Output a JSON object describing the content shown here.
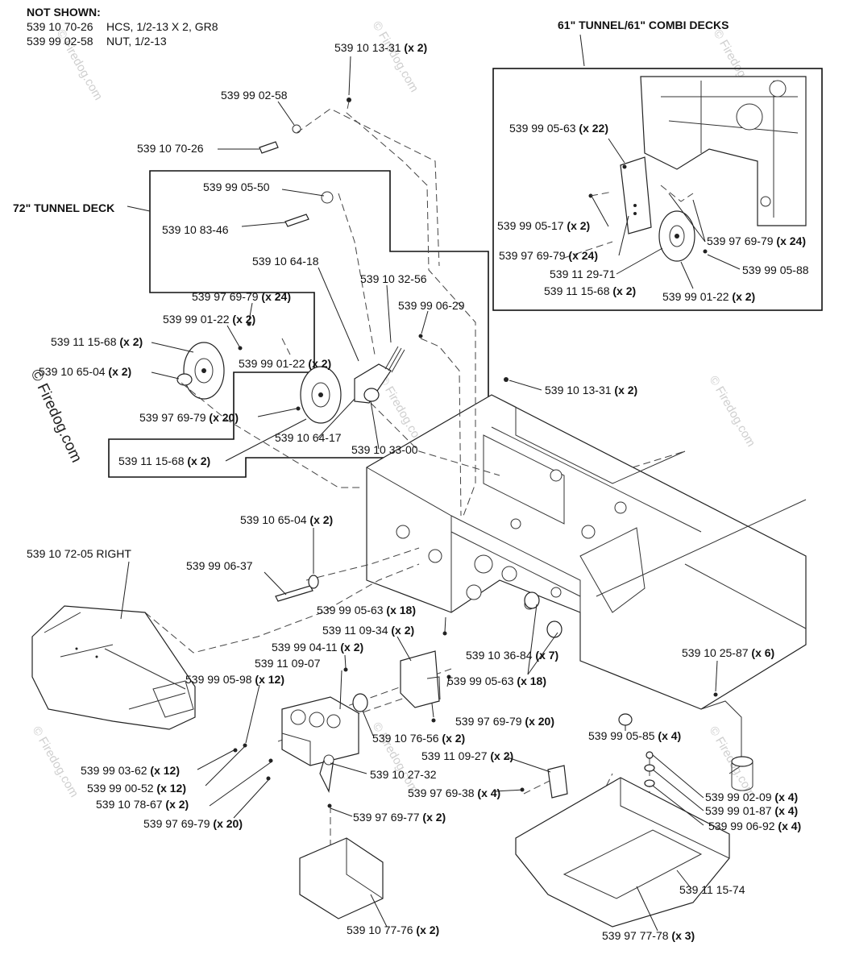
{
  "not_shown": {
    "title": "NOT SHOWN:",
    "items": [
      {
        "part": "539 10 70-26",
        "desc": "HCS, 1/2-13 X 2, GR8"
      },
      {
        "part": "539 99 02-58",
        "desc": "NUT, 1/2-13"
      }
    ]
  },
  "sections": {
    "tunnel72": "72\" TUNNEL DECK",
    "combi61": "61\" TUNNEL/61\" COMBI DECKS"
  },
  "callouts": [
    {
      "id": "c01",
      "part": "539 10 13-31",
      "qty": "(x 2)"
    },
    {
      "id": "c02",
      "part": "539 99 02-58",
      "qty": ""
    },
    {
      "id": "c03",
      "part": "539 10 70-26",
      "qty": ""
    },
    {
      "id": "c04",
      "part": "539 99 05-50",
      "qty": ""
    },
    {
      "id": "c05",
      "part": "539 10 83-46",
      "qty": ""
    },
    {
      "id": "c06",
      "part": "539 10 64-18",
      "qty": ""
    },
    {
      "id": "c07",
      "part": "539 10 32-56",
      "qty": ""
    },
    {
      "id": "c08",
      "part": "539 97 69-79",
      "qty": "(x 24)"
    },
    {
      "id": "c09",
      "part": "539 99 06-29",
      "qty": ""
    },
    {
      "id": "c10",
      "part": "539 99 01-22",
      "qty": "(x 2)"
    },
    {
      "id": "c11",
      "part": "539 11 15-68",
      "qty": "(x 2)"
    },
    {
      "id": "c12",
      "part": "539 99 01-22",
      "qty": "(x 2)"
    },
    {
      "id": "c13",
      "part": "539 10 65-04",
      "qty": "(x 2)"
    },
    {
      "id": "c14",
      "part": "539 97 69-79",
      "qty": "(x 20)"
    },
    {
      "id": "c15",
      "part": "539 10 64-17",
      "qty": ""
    },
    {
      "id": "c16",
      "part": "539 10 33-00",
      "qty": ""
    },
    {
      "id": "c17",
      "part": "539 11 15-68",
      "qty": "(x 2)"
    },
    {
      "id": "c18",
      "part": "539 10 13-31",
      "qty": "(x 2)"
    },
    {
      "id": "c19",
      "part": "539 99 05-63",
      "qty": "(x 22)"
    },
    {
      "id": "c20",
      "part": "539 99 05-17",
      "qty": "(x 2)"
    },
    {
      "id": "c21",
      "part": "539 97 69-79",
      "qty": "(x 24)"
    },
    {
      "id": "c22",
      "part": "539 97 69-79",
      "qty": "(x 24)"
    },
    {
      "id": "c23",
      "part": "539 11 29-71",
      "qty": ""
    },
    {
      "id": "c24",
      "part": "539 99 05-88",
      "qty": ""
    },
    {
      "id": "c25",
      "part": "539 11 15-68",
      "qty": "(x 2)"
    },
    {
      "id": "c26",
      "part": "539 99 01-22",
      "qty": "(x 2)"
    },
    {
      "id": "c27",
      "part": "539 10 65-04",
      "qty": "(x 2)"
    },
    {
      "id": "c28",
      "part": "539 10 72-05 RIGHT",
      "qty": ""
    },
    {
      "id": "c29",
      "part": "539 99 06-37",
      "qty": ""
    },
    {
      "id": "c30",
      "part": "539 99 05-63",
      "qty": "(x 18)"
    },
    {
      "id": "c31",
      "part": "539 11 09-34",
      "qty": "(x 2)"
    },
    {
      "id": "c32",
      "part": "539 99 04-11",
      "qty": "(x 2)"
    },
    {
      "id": "c33",
      "part": "539 11 09-07",
      "qty": ""
    },
    {
      "id": "c34",
      "part": "539 10 36-84",
      "qty": "(x 7)"
    },
    {
      "id": "c35",
      "part": "539 10 25-87",
      "qty": "(x 6)"
    },
    {
      "id": "c36",
      "part": "539 99 05-98",
      "qty": "(x 12)"
    },
    {
      "id": "c37",
      "part": "539 99 05-63",
      "qty": "(x 18)"
    },
    {
      "id": "c38",
      "part": "539 97 69-79",
      "qty": "(x 20)"
    },
    {
      "id": "c39",
      "part": "539 10 76-56",
      "qty": "(x 2)"
    },
    {
      "id": "c40",
      "part": "539 99 05-85",
      "qty": "(x 4)"
    },
    {
      "id": "c41",
      "part": "539 11 09-27",
      "qty": "(x 2)"
    },
    {
      "id": "c42",
      "part": "539 99 03-62",
      "qty": "(x 12)"
    },
    {
      "id": "c43",
      "part": "539 10 27-32",
      "qty": ""
    },
    {
      "id": "c44",
      "part": "539 97 69-38",
      "qty": "(x 4)"
    },
    {
      "id": "c45",
      "part": "539 99 02-09",
      "qty": "(x 4)"
    },
    {
      "id": "c46",
      "part": "539 99 00-52",
      "qty": "(x 12)"
    },
    {
      "id": "c47",
      "part": "539 99 01-87",
      "qty": "(x 4)"
    },
    {
      "id": "c48",
      "part": "539 10 78-67",
      "qty": "(x 2)"
    },
    {
      "id": "c49",
      "part": "539 99 06-92",
      "qty": "(x 4)"
    },
    {
      "id": "c50",
      "part": "539 97 69-77",
      "qty": "(x 2)"
    },
    {
      "id": "c51",
      "part": "539 97 69-79",
      "qty": "(x 20)"
    },
    {
      "id": "c52",
      "part": "539 11 15-74",
      "qty": ""
    },
    {
      "id": "c53",
      "part": "539 10 77-76",
      "qty": "(x 2)"
    },
    {
      "id": "c54",
      "part": "539 97 77-78",
      "qty": "(x 3)"
    }
  ],
  "watermark": {
    "text": "© Firedog.com"
  }
}
